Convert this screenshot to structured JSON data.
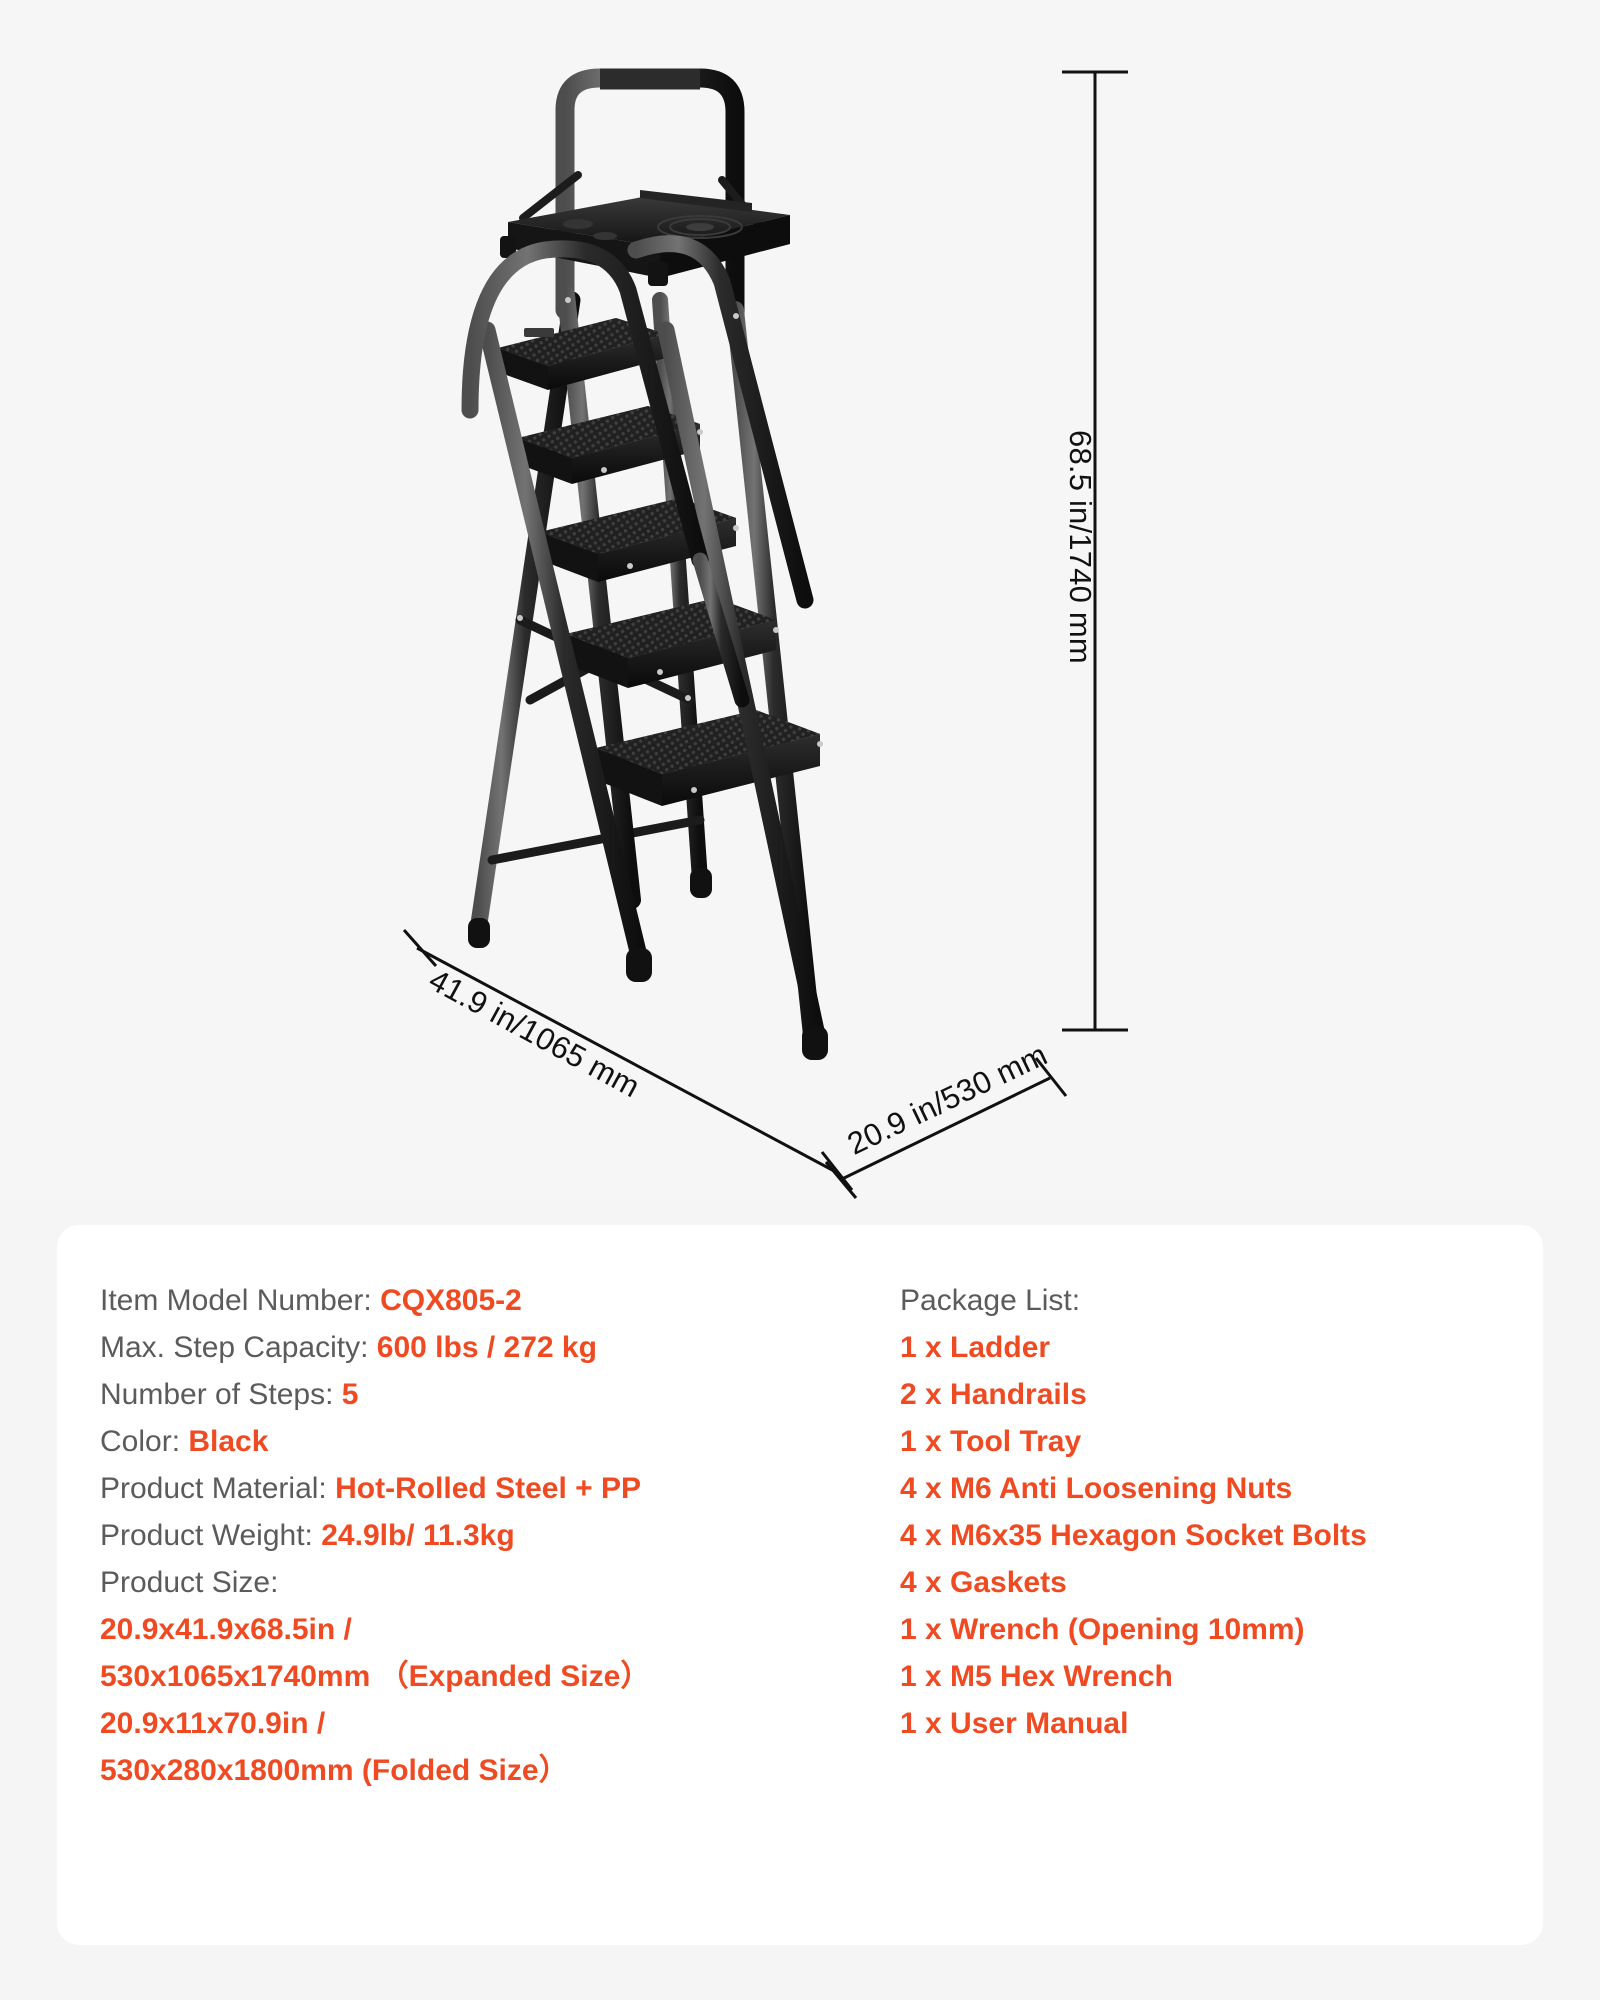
{
  "product": {
    "type": "5-step folding ladder with tool tray and handrails",
    "color_black": "#1a1a1a",
    "background": "#f5f5f5",
    "card_background": "#ffffff"
  },
  "accent_color": "#ef4a22",
  "label_color": "#5b5b5b",
  "dimensions": {
    "height": "68.5 in/1740 mm",
    "width": "41.9 in/1065 mm",
    "depth": "20.9 in/530 mm"
  },
  "specs": {
    "items": [
      {
        "label": "Item Model Number:",
        "value": "CQX805-2"
      },
      {
        "label": "Max. Step Capacity:",
        "value": "600 lbs / 272 kg"
      },
      {
        "label": "Number of Steps:",
        "value": "5"
      },
      {
        "label": "Color:",
        "value": "Black"
      },
      {
        "label": "Product Material:",
        "value": "Hot-Rolled Steel + PP"
      },
      {
        "label": "Product Weight:",
        "value": "24.9lb/ 11.3kg"
      }
    ],
    "size_heading": "Product Size:",
    "size_lines": [
      "20.9x41.9x68.5in /",
      "530x1065x1740mm （Expanded Size）",
      "20.9x11x70.9in /",
      "530x280x1800mm (Folded Size）"
    ]
  },
  "package": {
    "heading": "Package List:",
    "items": [
      "1 x Ladder",
      "2 x Handrails",
      "1 x Tool Tray",
      "4 x M6 Anti Loosening Nuts",
      "4 x M6x35 Hexagon Socket Bolts",
      "4 x Gaskets",
      "1 x Wrench (Opening 10mm)",
      "1 x M5 Hex Wrench",
      "1 x User Manual"
    ]
  }
}
